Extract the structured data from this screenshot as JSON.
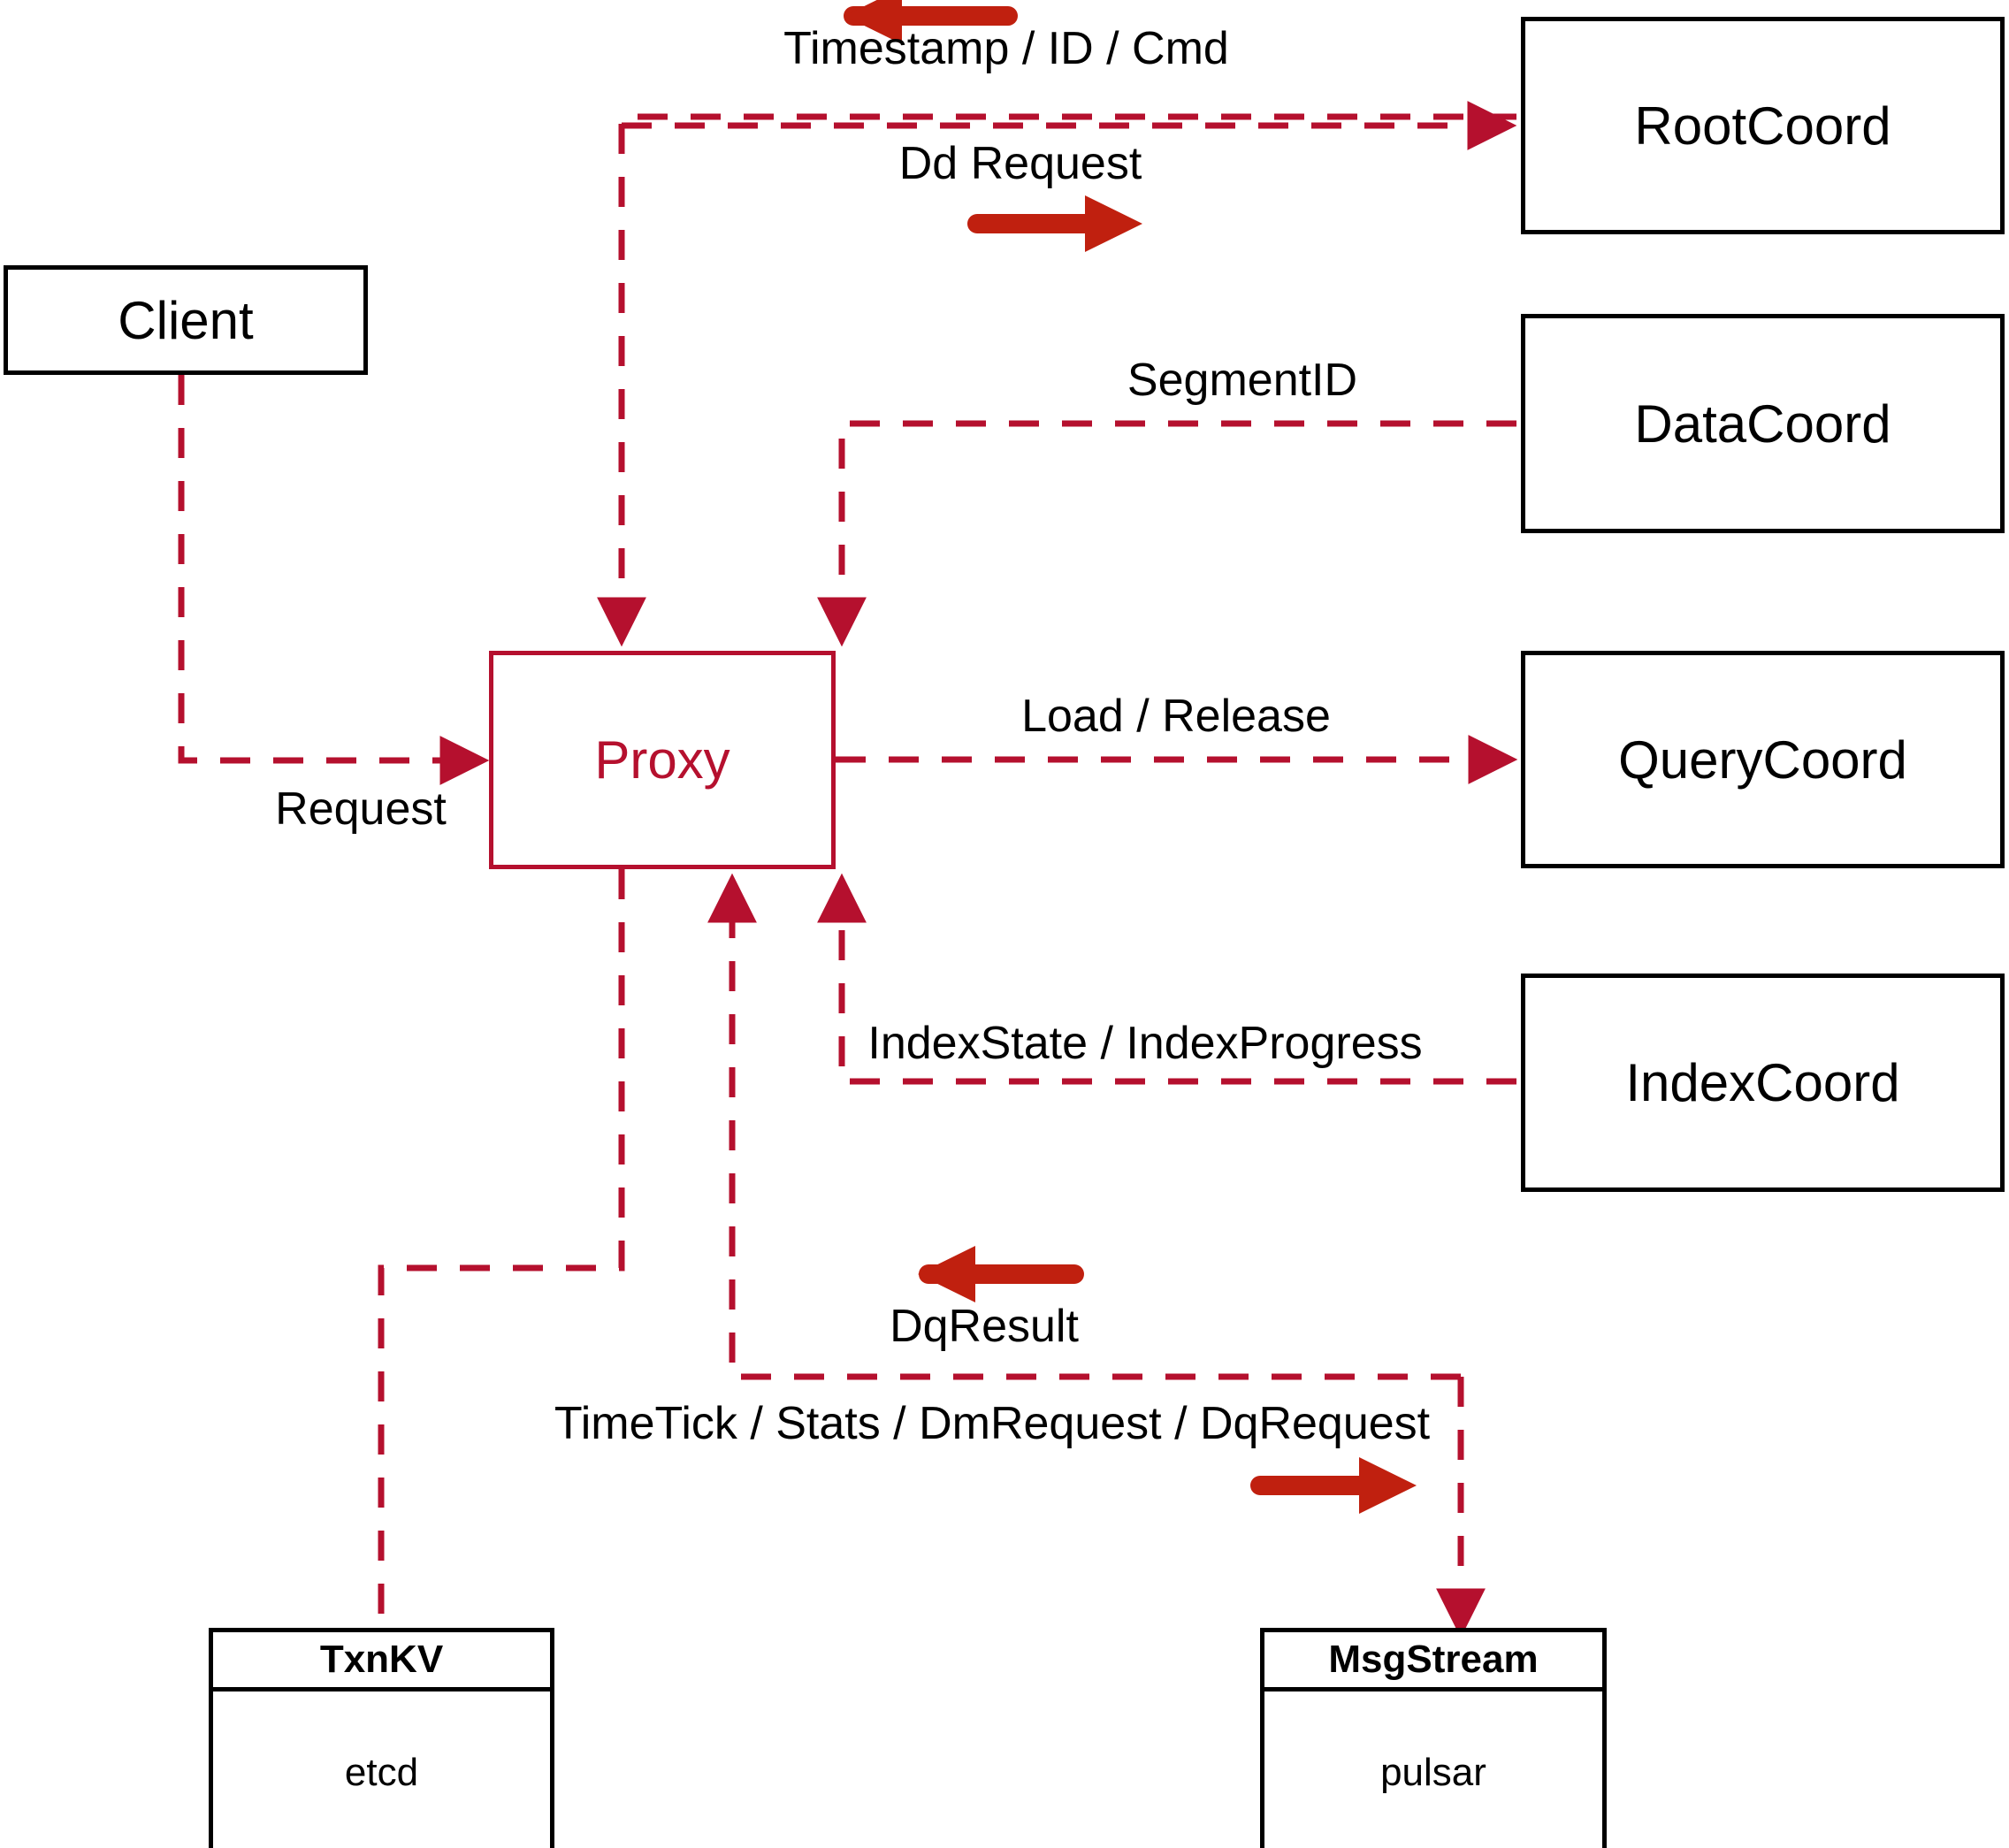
{
  "diagram": {
    "title": "Proxy interaction diagram",
    "colors": {
      "node_border": "#000000",
      "proxy": "#b5102e",
      "dashed_wire": "#b5102e",
      "solid_arrow": "#c0200f",
      "background": "#ffffff"
    }
  },
  "nodes": {
    "client": {
      "label": "Client"
    },
    "proxy": {
      "label": "Proxy"
    },
    "root_coord": {
      "label": "RootCoord"
    },
    "data_coord": {
      "label": "DataCoord"
    },
    "query_coord": {
      "label": "QueryCoord"
    },
    "index_coord": {
      "label": "IndexCoord"
    },
    "txn_kv": {
      "header": "TxnKV",
      "body": "etcd"
    },
    "msg_stream": {
      "header": "MsgStream",
      "body": "pulsar"
    }
  },
  "edges": [
    {
      "id": "timestamp-id-cmd",
      "label": "Timestamp / ID / Cmd",
      "from": "root_coord",
      "to": "proxy",
      "direction": "left",
      "style": "dashed"
    },
    {
      "id": "dd-request",
      "label": "Dd Request",
      "from": "proxy",
      "to": "root_coord",
      "direction": "right",
      "style": "dashed"
    },
    {
      "id": "segment-id",
      "label": "SegmentID",
      "from": "data_coord",
      "to": "proxy",
      "direction": "down",
      "style": "dashed"
    },
    {
      "id": "request",
      "label": "Request",
      "from": "client",
      "to": "proxy",
      "direction": "right",
      "style": "dashed"
    },
    {
      "id": "load-release",
      "label": "Load / Release",
      "from": "proxy",
      "to": "query_coord",
      "direction": "right",
      "style": "dashed"
    },
    {
      "id": "index-state",
      "label": "IndexState / IndexProgress",
      "from": "index_coord",
      "to": "proxy",
      "direction": "up",
      "style": "dashed"
    },
    {
      "id": "dq-result",
      "label": "DqResult",
      "from": "msg_stream",
      "to": "proxy",
      "direction": "left",
      "style": "dashed"
    },
    {
      "id": "timetick-stats",
      "label": "TimeTick / Stats / DmRequest / DqRequest",
      "from": "proxy",
      "to": "msg_stream",
      "direction": "right",
      "style": "dashed"
    },
    {
      "id": "proxy-txnkv",
      "label": "",
      "from": "proxy",
      "to": "txn_kv",
      "direction": "down",
      "style": "dashed"
    }
  ],
  "markers": {
    "timestamp_arrow": "arrow-left-icon",
    "dd_request_arrow": "arrow-right-icon",
    "dq_result_arrow": "arrow-left-icon",
    "timetick_arrow": "arrow-right-icon"
  }
}
